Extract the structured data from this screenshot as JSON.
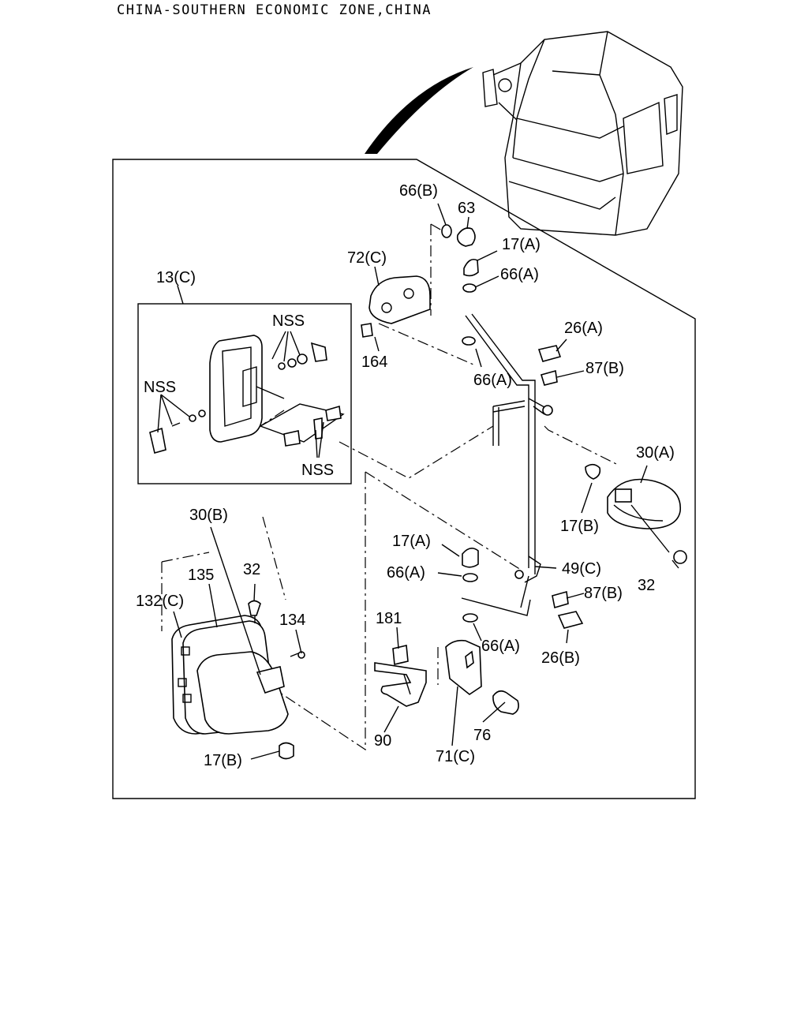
{
  "header": {
    "title": "CHINA-SOUTHERN ECONOMIC ZONE,CHINA"
  },
  "labels": {
    "l_66b": "66(B)",
    "l_63": "63",
    "l_17a_top": "17(A)",
    "l_72c": "72(C)",
    "l_66a_1": "66(A)",
    "l_13c": "13(C)",
    "l_nss_1": "NSS",
    "l_26a": "26(A)",
    "l_164": "164",
    "l_66a_2": "66(A)",
    "l_87b_1": "87(B)",
    "l_nss_2": "NSS",
    "l_30a": "30(A)",
    "l_nss_3": "NSS",
    "l_30b": "30(B)",
    "l_17b_r": "17(B)",
    "l_17a_mid": "17(A)",
    "l_49c": "49(C)",
    "l_32_l": "32",
    "l_135": "135",
    "l_66a_3": "66(A)",
    "l_32_r": "32",
    "l_132c": "132(C)",
    "l_87b_2": "87(B)",
    "l_134": "134",
    "l_181": "181",
    "l_66a_4": "66(A)",
    "l_26b": "26(B)",
    "l_76": "76",
    "l_90": "90",
    "l_71c": "71(C)",
    "l_17b_b": "17(B)"
  }
}
